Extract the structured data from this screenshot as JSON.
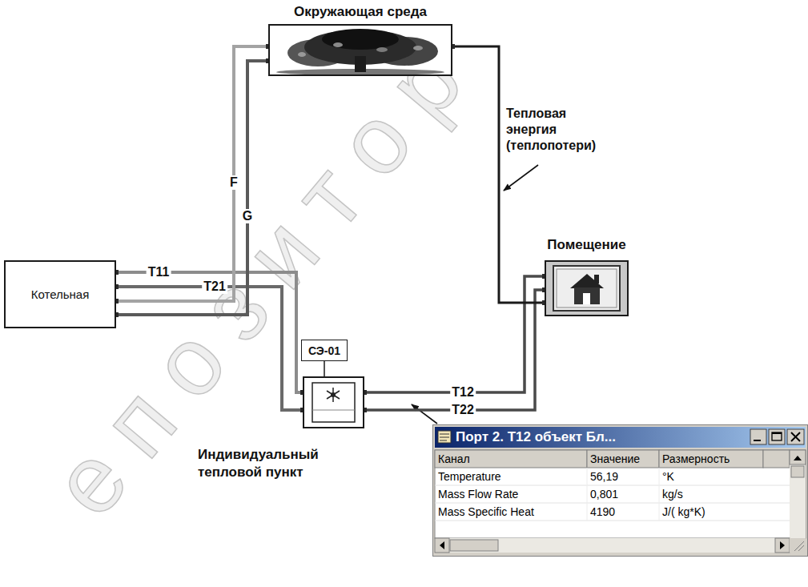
{
  "diagram": {
    "nodes": [
      {
        "text": [
          "Окружающая среда"
        ]
      },
      {
        "text": [
          "Котельная"
        ]
      },
      {
        "text": [
          "Помещение"
        ]
      },
      {
        "text": [
          "СЭ-01"
        ]
      },
      {
        "text": [
          "Индивидуальный тепловой пункт"
        ]
      },
      {
        "text": [
          "Порт 2. T12 объект Бл...",
          "Канал",
          "Значение",
          "Размерность",
          "Temperature",
          "56,19",
          "°K",
          "Mass Flow Rate",
          "0,801",
          "kg/s",
          "Mass Specific Heat",
          "4190",
          "J/( kg*K)"
        ]
      }
    ],
    "edges": [
      {
        "from": 1,
        "to": 4,
        "label": "T11",
        "arrow": "none"
      },
      {
        "from": 1,
        "to": 4,
        "label": "T21",
        "arrow": "none"
      },
      {
        "from": 1,
        "to": 0,
        "label": "F",
        "arrow": "none"
      },
      {
        "from": 1,
        "to": 0,
        "label": "G",
        "arrow": "none"
      },
      {
        "from": 4,
        "to": 2,
        "label": "T12",
        "arrow": "none"
      },
      {
        "from": 4,
        "to": 2,
        "label": "T22",
        "arrow": "none"
      },
      {
        "from": 0,
        "to": 2,
        "arrow": "none"
      },
      {
        "from": 3,
        "to": 4,
        "arrow": "none"
      }
    ],
    "labels": [
      "Тепловая энергия (теплопотери)",
      "епозитор"
    ]
  }
}
